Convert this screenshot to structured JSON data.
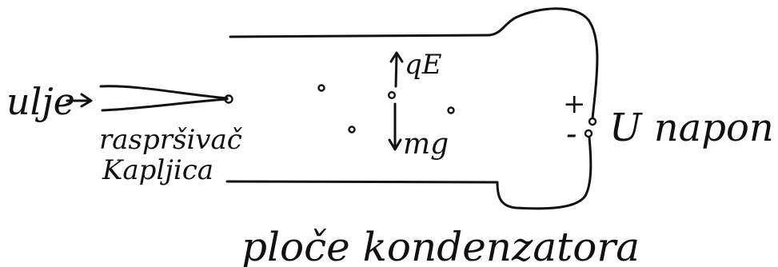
{
  "labels": {
    "oil": "ulje",
    "atomizer": "raspršivač",
    "droplets": "Kapljica",
    "force_up": "qE",
    "force_down": "mg",
    "plus": "+",
    "minus": "-",
    "voltage": "U napon",
    "plates": "ploče kondenzatora"
  },
  "colors": {
    "ink": "#111111",
    "paper": "#ffffff"
  }
}
